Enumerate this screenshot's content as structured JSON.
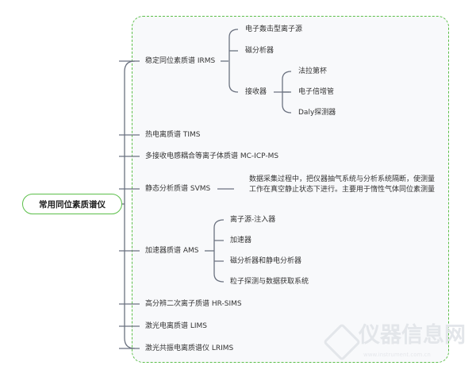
{
  "root": "常用同位素质谱仪",
  "branches": [
    {
      "label": "稳定同位素质谱 IRMS",
      "children": [
        "电子轰击型离子源",
        "磁分析器",
        "接收器"
      ],
      "receiver_children": [
        "法拉第杯",
        "电子倍增管",
        "Daly探测器"
      ]
    },
    {
      "label": "热电离质谱 TIMS"
    },
    {
      "label": "多接收电感耦合等离子体质谱 MC-ICP-MS"
    },
    {
      "label": "静态分析质谱 SVMS",
      "note": "数据采集过程中，把仪器抽气系统与分析系统隔断，使测量工作在真空静止状态下进行。主要用于惰性气体同位素测量"
    },
    {
      "label": "加速器质谱 AMS",
      "children": [
        "离子源-注入器",
        "加速器",
        "磁分析器和静电分析器",
        "粒子探测与数据获取系统"
      ]
    },
    {
      "label": "高分辨二次离子质谱 HR-SIMS"
    },
    {
      "label": "激光电离质谱 LIMS"
    },
    {
      "label": "激光共振电离质谱仪 LRIMS"
    }
  ],
  "watermark": {
    "text": "仪器信息网",
    "url": "www.instrument.com.cn"
  },
  "colors": {
    "accent": "#5cbf4a",
    "line": "#6b7280"
  }
}
